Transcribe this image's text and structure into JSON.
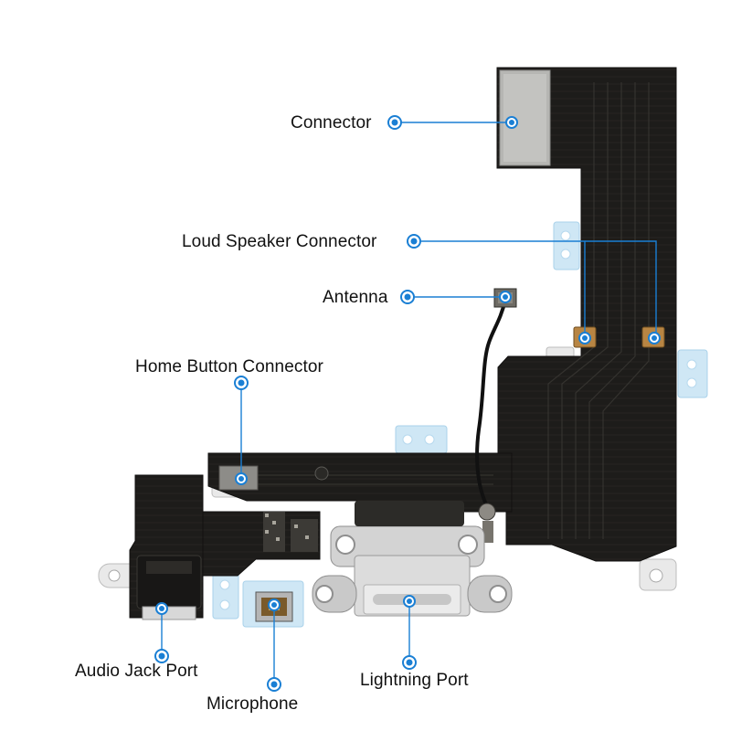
{
  "colors": {
    "accent": "#1a7fd4",
    "flex_cable": "#1d1c1a",
    "port_metal": "#d4d4d4",
    "background": "#ffffff"
  },
  "labels": {
    "connector": "Connector",
    "loud_speaker_connector": "Loud Speaker Connector",
    "antenna": "Antenna",
    "home_button_connector": "Home Button Connector",
    "audio_jack_port": "Audio Jack Port",
    "microphone": "Microphone",
    "lightning_port": "Lightning Port"
  }
}
